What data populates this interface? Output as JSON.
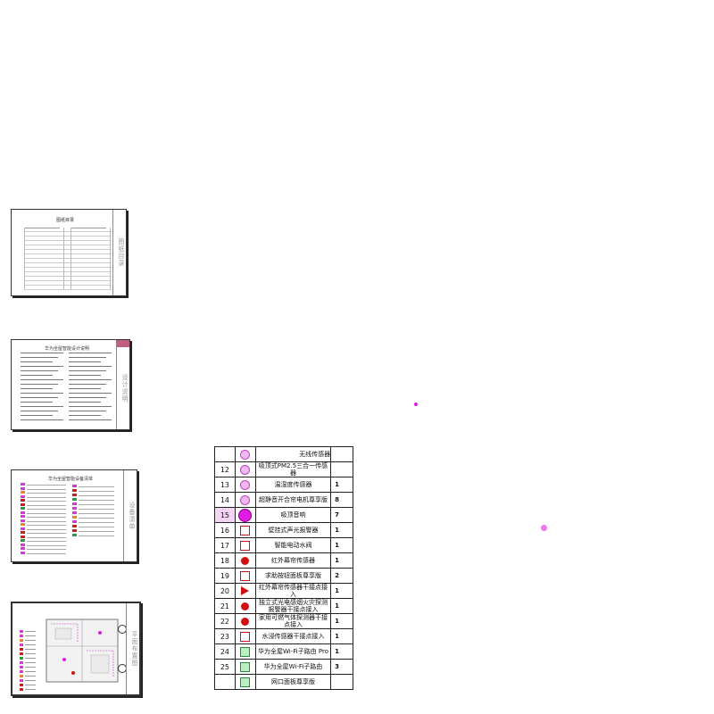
{
  "thumbnails": [
    {
      "title": "图纸目录",
      "side": "图纸目录"
    },
    {
      "title": "华为全屋智能设计说明",
      "side": "设计说明"
    },
    {
      "title": "华为全屋智能设备清单",
      "side": "设备清单"
    },
    {
      "title": "",
      "side": "平面布置图"
    }
  ],
  "legend": {
    "header_partial": "无线传感器",
    "rows": [
      {
        "num": "12",
        "icon": "circle-pink",
        "name": "吸顶式PM2.5三合一传感器",
        "qty": ""
      },
      {
        "num": "13",
        "icon": "circle-pink",
        "name": "温湿度传感器",
        "qty": "1"
      },
      {
        "num": "14",
        "icon": "circle-pink",
        "name": "超静音开合帘电机尊享版",
        "qty": "8"
      },
      {
        "num": "15",
        "icon": "circle-big",
        "name": "吸顶音响",
        "qty": "7"
      },
      {
        "num": "16",
        "icon": "red-sq",
        "name": "壁挂式声光报警器",
        "qty": "1"
      },
      {
        "num": "17",
        "icon": "red-sq",
        "name": "智能电动水阀",
        "qty": "1"
      },
      {
        "num": "18",
        "icon": "red-dot",
        "name": "红外幕帘传感器",
        "qty": "1"
      },
      {
        "num": "19",
        "icon": "red-sq",
        "name": "求助按钮面板尊享版",
        "qty": "2"
      },
      {
        "num": "20",
        "icon": "red-tri",
        "name": "红外幕帘传感器干接点接入",
        "qty": "1"
      },
      {
        "num": "21",
        "icon": "red-dot",
        "name": "独立式光电感烟火灾探测报警器干接点接入",
        "qty": "1"
      },
      {
        "num": "22",
        "icon": "red-dot",
        "name": "家用可燃气体探测器干接点接入",
        "qty": "1"
      },
      {
        "num": "23",
        "icon": "red-sq",
        "name": "水浸传感器干接点接入",
        "qty": "1"
      },
      {
        "num": "24",
        "icon": "green-sq",
        "name": "华为全屋Wi-Fi子路由 Pro",
        "qty": "1"
      },
      {
        "num": "25",
        "icon": "green-sq",
        "name": "华为全屋Wi-Fi子路由",
        "qty": "3"
      },
      {
        "num": "",
        "icon": "green-sq",
        "name": "网口面板尊享版",
        "qty": ""
      }
    ]
  }
}
